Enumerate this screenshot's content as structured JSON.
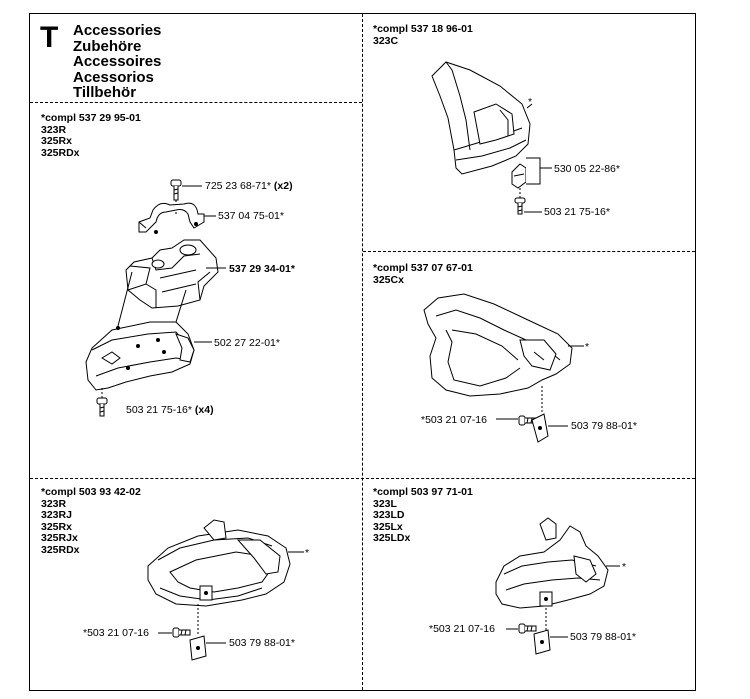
{
  "title": {
    "letter": "T",
    "languages": [
      "Accessories",
      "Zubehöre",
      "Accessoires",
      "Acessorios",
      "Tillbehör"
    ]
  },
  "panels": {
    "p1": {
      "compl": "*compl 537 29 95-01",
      "models": [
        "323R",
        "325Rx",
        "325RDx"
      ],
      "labels": {
        "a": "725 23 68-71*",
        "a_qty": "(x2)",
        "b": "537 04 75-01*",
        "c": "537 29 34-01*",
        "d": "502 27 22-01*",
        "e": "503 21 75-16*",
        "e_qty": "(x4)"
      }
    },
    "p2": {
      "compl": "*compl 537 18 96-01",
      "models": [
        "323C"
      ],
      "labels": {
        "star": "*",
        "a": "530 05 22-86*",
        "b": "503 21 75-16*"
      }
    },
    "p3": {
      "compl": "*compl 537 07 67-01",
      "models": [
        "325Cx"
      ],
      "labels": {
        "star": "*",
        "a": "*503 21 07-16",
        "b": "503 79 88-01*"
      }
    },
    "p4": {
      "compl": "*compl 503 93 42-02",
      "models": [
        "323R",
        "323RJ",
        "325Rx",
        "325RJx",
        "325RDx"
      ],
      "labels": {
        "star": "*",
        "a": "*503 21 07-16",
        "b": "503 79 88-01*"
      }
    },
    "p5": {
      "compl": "*compl 503 97 71-01",
      "models": [
        "323L",
        "323LD",
        "325Lx",
        "325LDx"
      ],
      "labels": {
        "star": "*",
        "a": "*503 21 07-16",
        "b": "503 79 88-01*"
      }
    }
  }
}
